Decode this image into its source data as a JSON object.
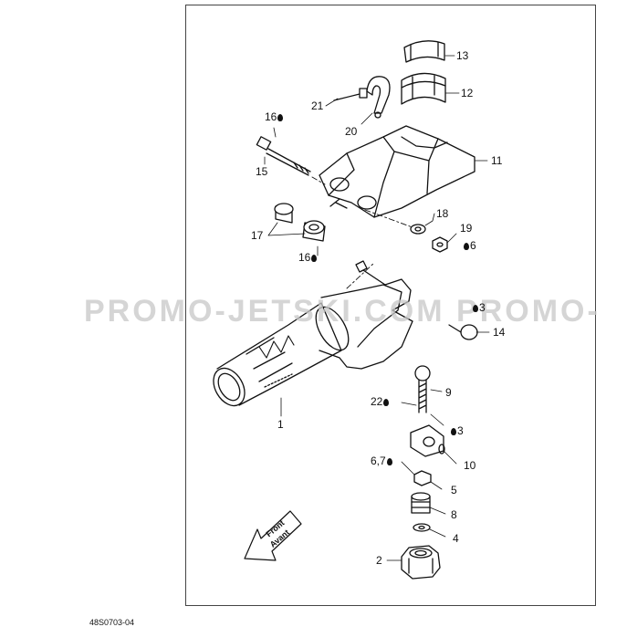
{
  "watermark": "PROMO-JETSKI.COM  PROMO-",
  "document_code": "48S0703-04",
  "front_arrow": {
    "line1": "Front",
    "line2": "Avant"
  },
  "callouts": [
    {
      "id": "c13",
      "text": "13",
      "drop": false
    },
    {
      "id": "c12",
      "text": "12",
      "drop": false
    },
    {
      "id": "c21",
      "text": "21",
      "drop": false
    },
    {
      "id": "c16a",
      "text": "16",
      "drop": true
    },
    {
      "id": "c20",
      "text": "20",
      "drop": false
    },
    {
      "id": "c11",
      "text": "11",
      "drop": false
    },
    {
      "id": "c15",
      "text": "15",
      "drop": false
    },
    {
      "id": "c18",
      "text": "18",
      "drop": false
    },
    {
      "id": "c17",
      "text": "17",
      "drop": false
    },
    {
      "id": "c19",
      "text": "19",
      "drop": false
    },
    {
      "id": "c6a",
      "text": "6",
      "drop": true
    },
    {
      "id": "c16b",
      "text": "16",
      "drop": true
    },
    {
      "id": "c3a",
      "text": "3",
      "drop": true
    },
    {
      "id": "c14",
      "text": "14",
      "drop": false
    },
    {
      "id": "c9",
      "text": "9",
      "drop": false
    },
    {
      "id": "c22",
      "text": "22",
      "drop": true
    },
    {
      "id": "c3b",
      "text": "3",
      "drop": true
    },
    {
      "id": "c1",
      "text": "1",
      "drop": false
    },
    {
      "id": "c10",
      "text": "10",
      "drop": false
    },
    {
      "id": "c67",
      "text": "6,7",
      "drop": true
    },
    {
      "id": "c5",
      "text": "5",
      "drop": false
    },
    {
      "id": "c8",
      "text": "8",
      "drop": false
    },
    {
      "id": "c4",
      "text": "4",
      "drop": false
    },
    {
      "id": "c2",
      "text": "2",
      "drop": false
    }
  ]
}
